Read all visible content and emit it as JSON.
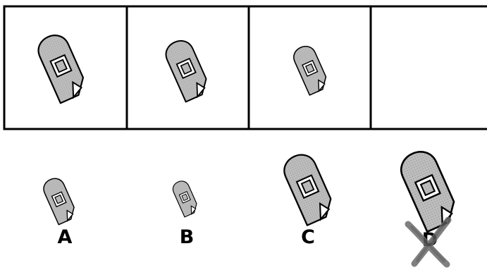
{
  "puzzle": {
    "sequence_panel_count": 4,
    "missing_panel": "blank-fourth-panel",
    "options": [
      {
        "id": "a",
        "label": "A",
        "crossed_out": false
      },
      {
        "id": "b",
        "label": "B",
        "crossed_out": false
      },
      {
        "id": "c",
        "label": "C",
        "crossed_out": false
      },
      {
        "id": "d",
        "label": "D",
        "crossed_out": true
      }
    ],
    "colors": {
      "shape_fill": "#b4b4b4",
      "outline": "#000000",
      "cross_mark": "#6a6a6a"
    }
  }
}
